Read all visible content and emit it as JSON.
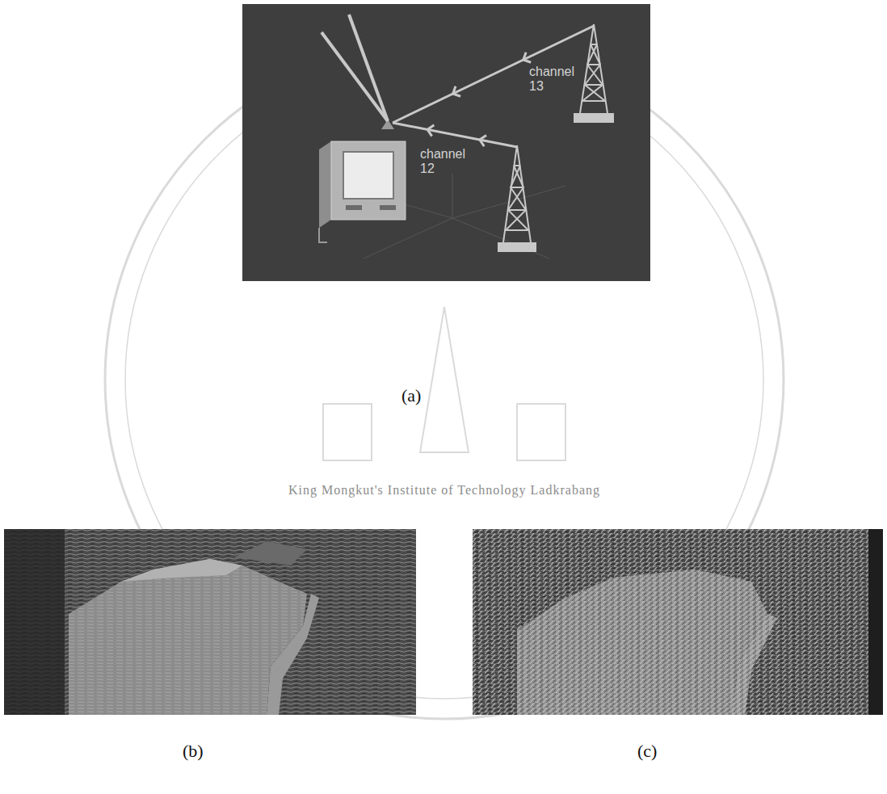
{
  "diagram": {
    "labels": [
      "channel 13",
      "channel 12",
      "(a)",
      "(b)",
      "(c)",
      "King Mongkut's Institute of Technology Ladkrabang"
    ]
  }
}
